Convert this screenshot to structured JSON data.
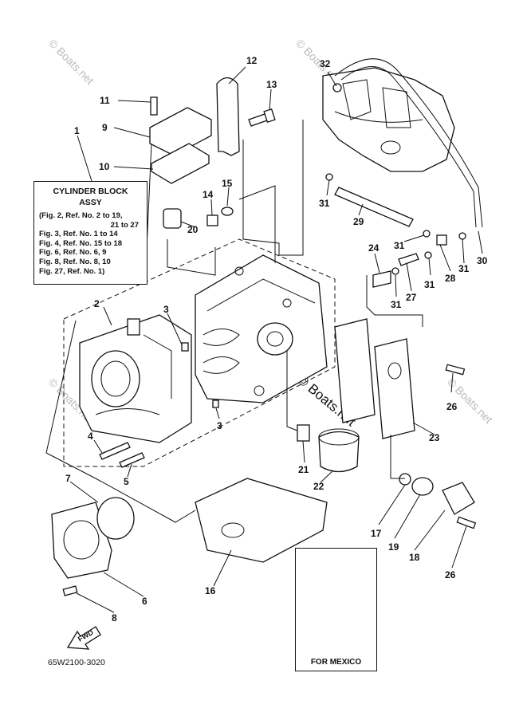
{
  "diagram": {
    "ref_box": {
      "title_line1": "CYLINDER BLOCK",
      "title_line2": "ASSY",
      "rows": [
        "(Fig. 2, Ref. No. 2 to 19,",
        "21 to 27",
        "Fig. 3, Ref. No. 1 to 14",
        "Fig. 4, Ref. No. 15 to 18",
        "Fig. 6, Ref. No. 6, 9",
        "Fig. 8, Ref. No. 8, 10",
        "Fig. 27, Ref. No. 1)"
      ]
    },
    "inset_label": "FOR MEXICO",
    "fwd_label": "FWD",
    "part_code": "65W2100-3020",
    "watermarks": [
      "© Boats.net",
      "© Boats.net",
      "© Boats.net",
      "© Boats.net",
      "© Boats.net"
    ],
    "callouts": {
      "n1": "1",
      "n2": "2",
      "n3a": "3",
      "n3b": "3",
      "n4": "4",
      "n5": "5",
      "n6": "6",
      "n7": "7",
      "n8": "8",
      "n9": "9",
      "n10": "10",
      "n11": "11",
      "n12": "12",
      "n13": "13",
      "n14": "14",
      "n15": "15",
      "n16": "16",
      "n17": "17",
      "n18": "18",
      "n19": "19",
      "n20": "20",
      "n21": "21",
      "n22": "22",
      "n23": "23",
      "n24a": "24",
      "n24b": "24",
      "n26a": "26",
      "n26b": "26",
      "n27": "27",
      "n28": "28",
      "n29": "29",
      "n30": "30",
      "n31a": "31",
      "n31b": "31",
      "n31c": "31",
      "n31d": "31",
      "n31e": "31",
      "n32": "32"
    }
  }
}
